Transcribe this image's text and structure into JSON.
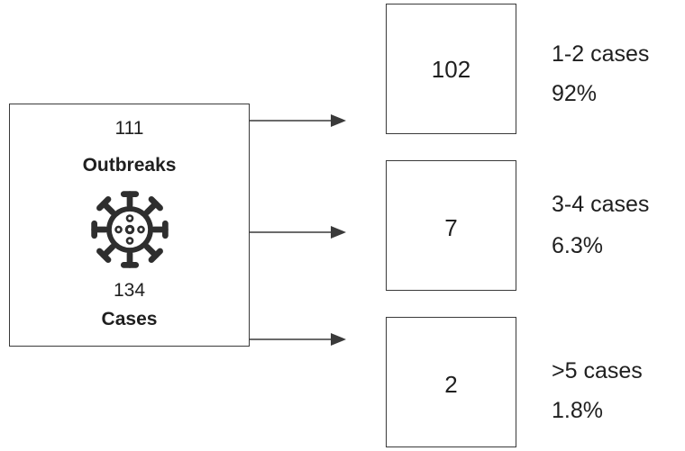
{
  "source": {
    "outbreaks_count": "111",
    "outbreaks_label": "Outbreaks",
    "cases_count": "134",
    "cases_label": "Cases",
    "icon": "virus-icon"
  },
  "buckets": [
    {
      "count": "102",
      "range": "1-2 cases",
      "percent": "92%"
    },
    {
      "count": "7",
      "range": "3-4 cases",
      "percent": "6.3%"
    },
    {
      "count": "2",
      "range": ">5 cases",
      "percent": "1.8%"
    }
  ],
  "colors": {
    "stroke": "#3a3a3a",
    "icon": "#2e2e2e",
    "text": "#1f1f1f"
  }
}
